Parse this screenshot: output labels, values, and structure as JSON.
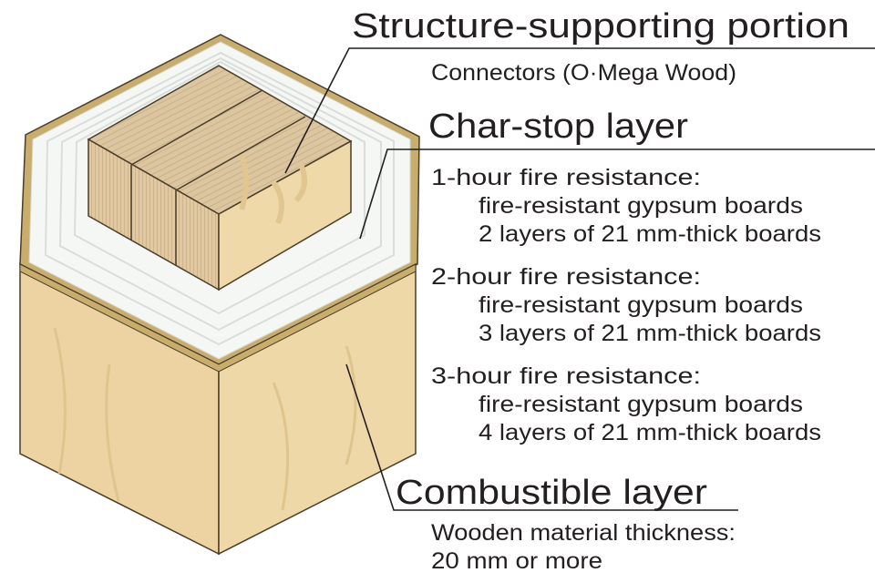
{
  "structure": {
    "heading": "Structure-supporting portion",
    "detail": "Connectors (O·Mega Wood)"
  },
  "char_stop": {
    "heading": "Char-stop layer",
    "ratings": [
      {
        "title": "1-hour fire resistance:",
        "material": "fire-resistant gypsum boards",
        "layers": "2 layers of 21 mm-thick boards"
      },
      {
        "title": "2-hour fire resistance:",
        "material": "fire-resistant gypsum boards",
        "layers": "3 layers of 21 mm-thick boards"
      },
      {
        "title": "3-hour fire resistance:",
        "material": "fire-resistant gypsum boards",
        "layers": "4 layers of 21 mm-thick boards"
      }
    ]
  },
  "combustible": {
    "heading": "Combustible layer",
    "detail_1": "Wooden material thickness:",
    "detail_2": "20 mm or more"
  },
  "colors": {
    "wood": "#ecd3a1",
    "core_top": "#d8c29c",
    "board": "#f4f6f3",
    "line": "#231f20"
  }
}
